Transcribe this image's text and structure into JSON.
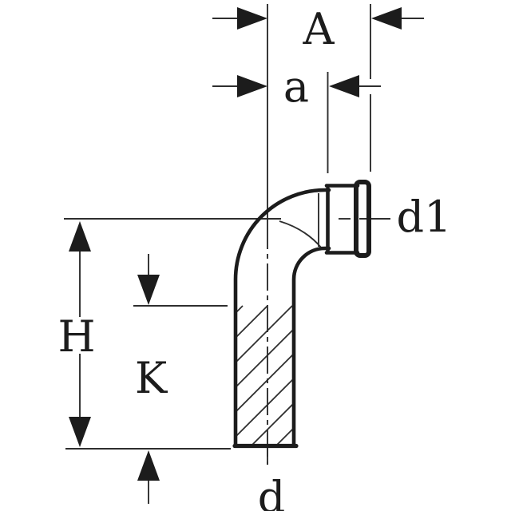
{
  "diagram": {
    "background": "#ffffff",
    "ink_color": "#1c1c1c",
    "thin_line_color": "#2e2e2e",
    "labels": {
      "overall_width": "A",
      "partial_width": "a",
      "spigot_diameter": "d1",
      "overall_height": "H",
      "insertion_depth": "K",
      "pipe_diameter": "d"
    }
  }
}
